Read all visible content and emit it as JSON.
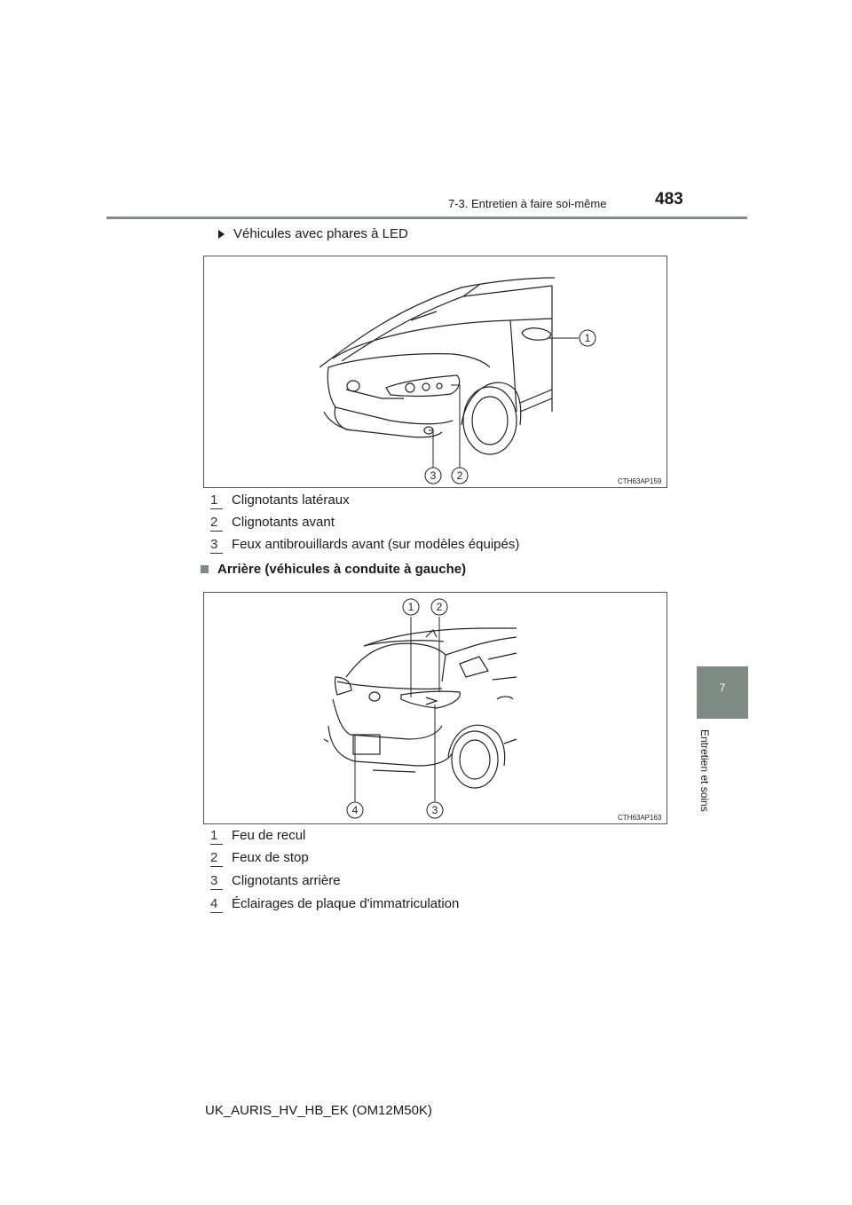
{
  "header": {
    "section": "7-3. Entretien à faire soi-même",
    "page_number": "483"
  },
  "side_tab": {
    "chapter_number": "7",
    "chapter_label": "Entretien et soins"
  },
  "intro_bullet": "Véhicules avec phares à LED",
  "figure1": {
    "code": "CTH63AP159",
    "callouts": [
      "1",
      "2",
      "3"
    ]
  },
  "legend1": [
    {
      "num": "1",
      "text": "Clignotants latéraux"
    },
    {
      "num": "2",
      "text": "Clignotants avant"
    },
    {
      "num": "3",
      "text": "Feux antibrouillards avant (sur modèles équipés)"
    }
  ],
  "section_heading": "Arrière (véhicules à conduite à gauche)",
  "figure2": {
    "code": "CTH63AP163",
    "callouts": [
      "1",
      "2",
      "3",
      "4"
    ]
  },
  "legend2": [
    {
      "num": "1",
      "text": "Feu de recul"
    },
    {
      "num": "2",
      "text": "Feux de stop"
    },
    {
      "num": "3",
      "text": "Clignotants arrière"
    },
    {
      "num": "4",
      "text": "Éclairages de plaque d'immatriculation"
    }
  ],
  "footer": "UK_AURIS_HV_HB_EK (OM12M50K)"
}
